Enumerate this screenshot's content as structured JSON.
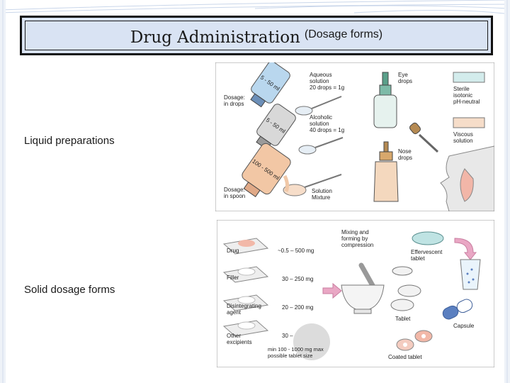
{
  "title": {
    "main": "Drug Administration",
    "sub": "(Dosage forms)"
  },
  "labels": {
    "liquid": "Liquid preparations",
    "solid": "Solid dosage forms"
  },
  "liquid_panel": {
    "dosage_drops": [
      "Dosage:",
      "in drops"
    ],
    "dosage_spoon": [
      "Dosage:",
      "in spoon"
    ],
    "bottle1": "5 - 50 ml",
    "bottle2": "5 - 50 ml",
    "bottle3": "100 - 500 ml",
    "aqueous": [
      "Aqueous",
      "solution",
      "20 drops = 1g"
    ],
    "alcoholic": [
      "Alcoholic",
      "solution",
      "40 drops = 1g"
    ],
    "solution": [
      "Solution",
      "Mixture"
    ],
    "eye_drops": [
      "Eye",
      "drops"
    ],
    "nose_drops": [
      "Nose",
      "drops"
    ],
    "sterile": [
      "Sterile",
      "isotonic",
      "pH-neutral"
    ],
    "viscous": [
      "Viscous",
      "solution"
    ]
  },
  "solid_panel": {
    "drug": "Drug",
    "drug_range": "~0.5 – 500 mg",
    "filler": "Filler",
    "filler_range": "30 – 250 mg",
    "disintegrating": [
      "Disintegrating",
      "agent"
    ],
    "disintegrating_range": "20 – 200 mg",
    "other": [
      "Other",
      "excipients"
    ],
    "other_range": "30 – 15 mg",
    "tablet_size": [
      "min 100 - 1000 mg max",
      "possible tablet size"
    ],
    "mixing": [
      "Mixing and",
      "forming by",
      "compression"
    ],
    "effervescent": [
      "Effervescent",
      "tablet"
    ],
    "tablet": "Tablet",
    "capsule": "Capsule",
    "coated": "Coated tablet"
  },
  "colors": {
    "title_bg": "#d9e3f3",
    "accent_blue": "#5a7fc0",
    "arrow_pink": "#e9a7c4",
    "tablet_teal": "#bfe3e3"
  }
}
